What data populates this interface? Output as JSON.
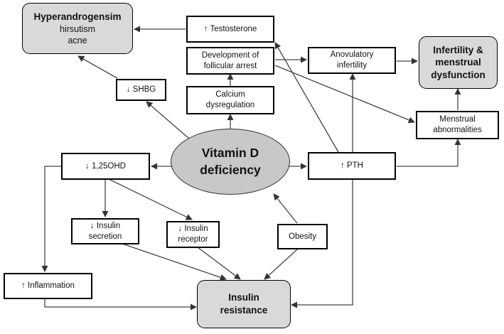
{
  "nodes": {
    "hyperandrogenism": {
      "title": "Hyperandrogensim",
      "line1": "hirsutism",
      "line2": "acne"
    },
    "testosterone": "↑ Testosterone",
    "follicular_arrest": {
      "line1": "Development of",
      "line2": "follicular arrest"
    },
    "anovulatory": {
      "line1": "Anovulatory",
      "line2": "infertility"
    },
    "infertility": {
      "line1": "Infertility &",
      "line2": "menstrual",
      "line3": "dysfunction"
    },
    "shbg": "↓ SHBG",
    "calcium": {
      "line1": "Calcium",
      "line2": "dysregulation"
    },
    "menstrual": {
      "line1": "Menstrual",
      "line2": "abnormalities"
    },
    "ohd": "↓ 1,25OHD",
    "vitamin_d": {
      "line1": "Vitamin D",
      "line2": "deficiency"
    },
    "pth": "↑ PTH",
    "insulin_secretion": {
      "line1": "↓ Insulin",
      "line2": "secretion"
    },
    "insulin_receptor": {
      "line1": "↓ Insulin",
      "line2": "receptor"
    },
    "obesity": "Obesity",
    "inflammation": "↑ Inflammation",
    "insulin_resistance": {
      "line1": "Insulin",
      "line2": "resistance"
    }
  }
}
